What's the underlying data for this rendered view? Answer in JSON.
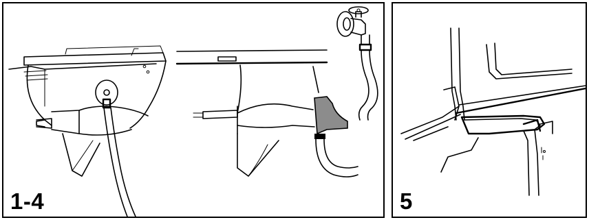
{
  "panels": [
    {
      "id": "flush-hose-figure",
      "label": "1-4"
    },
    {
      "id": "engine-well-figure",
      "label": "5"
    }
  ],
  "colors": {
    "line": "#000000",
    "background": "#ffffff",
    "flush_attachment": "#8c8c8c"
  },
  "icons": [
    "outboard-gearcase",
    "garden-faucet",
    "garden-hose",
    "flushing-attachment",
    "propeller-shaft"
  ]
}
